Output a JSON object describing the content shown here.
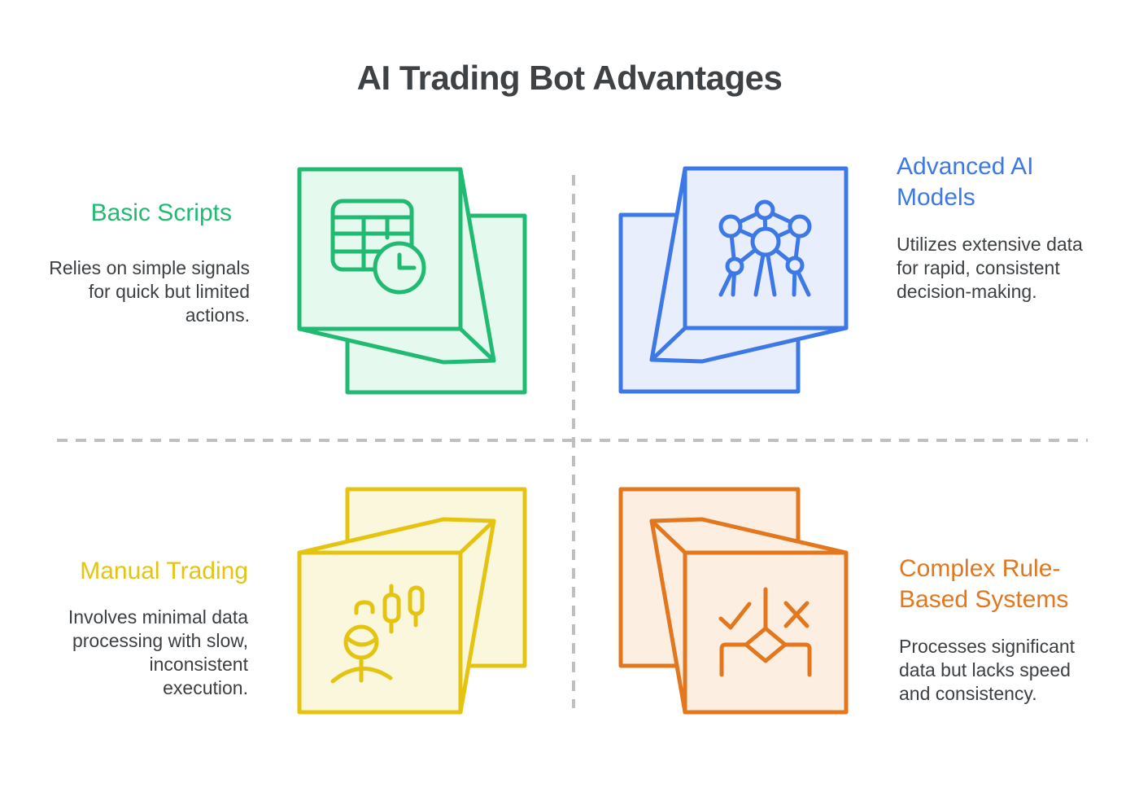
{
  "title": "AI Trading Bot Advantages",
  "colors": {
    "divider": "#bfbfbf",
    "body_text": "#3c4043",
    "title_text": "#3f4245"
  },
  "quadrants": {
    "basic_scripts": {
      "heading": "Basic Scripts",
      "description": "Relies on simple signals for quick but limited actions.",
      "accent_color": "#21ba72",
      "fill_color": "#e5f9ee",
      "icon": "table-clock-cube"
    },
    "advanced_ai": {
      "heading": "Advanced AI Models",
      "description": "Utilizes extensive data for rapid, consistent decision-making.",
      "accent_color": "#3d79e6",
      "fill_color": "#e8eefb",
      "icon": "neural-network-cube"
    },
    "manual_trading": {
      "heading": "Manual Trading",
      "description": "Involves minimal data processing with slow, inconsistent execution.",
      "accent_color": "#e5c411",
      "fill_color": "#fbf7dc",
      "icon": "person-candlestick-cube"
    },
    "complex_rules": {
      "heading": "Complex Rule-Based Systems",
      "description": "Processes significant data but lacks speed and consistency.",
      "accent_color": "#e2771e",
      "fill_color": "#fcefe2",
      "icon": "decision-tree-cube"
    }
  }
}
